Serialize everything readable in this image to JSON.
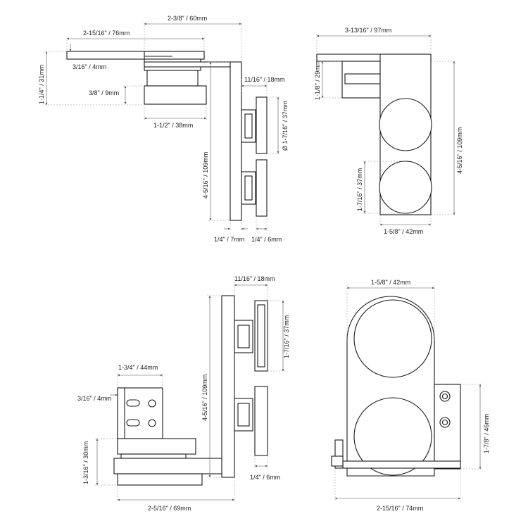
{
  "colors": {
    "line": "#1a1a1a",
    "dimension": "#555555",
    "background": "#ffffff"
  },
  "views": {
    "top_left": {
      "dim_width_60": "2-3/8\" / 60mm",
      "dim_width_76": "2-15/16\" / 76mm",
      "dim_plate_4": "3/16\" / 4mm",
      "dim_height_31": "1-1/4\" / 31mm",
      "dim_block_9": "3/8\" / 9mm",
      "dim_block_38": "1-1/2\" / 38mm",
      "dim_offset_18": "11/16\" / 18mm",
      "dim_diam_37": "Ø 1-7/16\" / 37mm",
      "dim_height_109": "4-5/16\" / 109mm",
      "dim_thick_7": "1/4\" / 7mm",
      "dim_thick_6": "1/4\" / 6mm"
    },
    "top_right": {
      "dim_width_97": "3-13/16\" / 97mm",
      "dim_height_29": "1-1/8\" / 29mm",
      "dim_height_109": "4-5/16\" / 109mm",
      "dim_roller_37": "1-7/16\" / 37mm",
      "dim_width_42": "1-5/8\" / 42mm"
    },
    "bottom_left": {
      "dim_offset_18": "11/16\" / 18mm",
      "dim_roller_37": "1-7/16\" / 37mm",
      "dim_height_109": "4-5/16\" / 109mm",
      "dim_width_44": "1-3/4\" / 44mm",
      "dim_plate_4": "3/16\" / 4mm",
      "dim_height_30": "1-3/16\" / 30mm",
      "dim_thick_6": "1/4\" / 6mm",
      "dim_width_69": "2-5/16\" / 69mm"
    },
    "bottom_right": {
      "dim_width_42": "1-5/8\" / 42mm",
      "dim_height_46": "1-7/8\" / 46mm",
      "dim_width_74": "2-15/16\" / 74mm"
    }
  }
}
